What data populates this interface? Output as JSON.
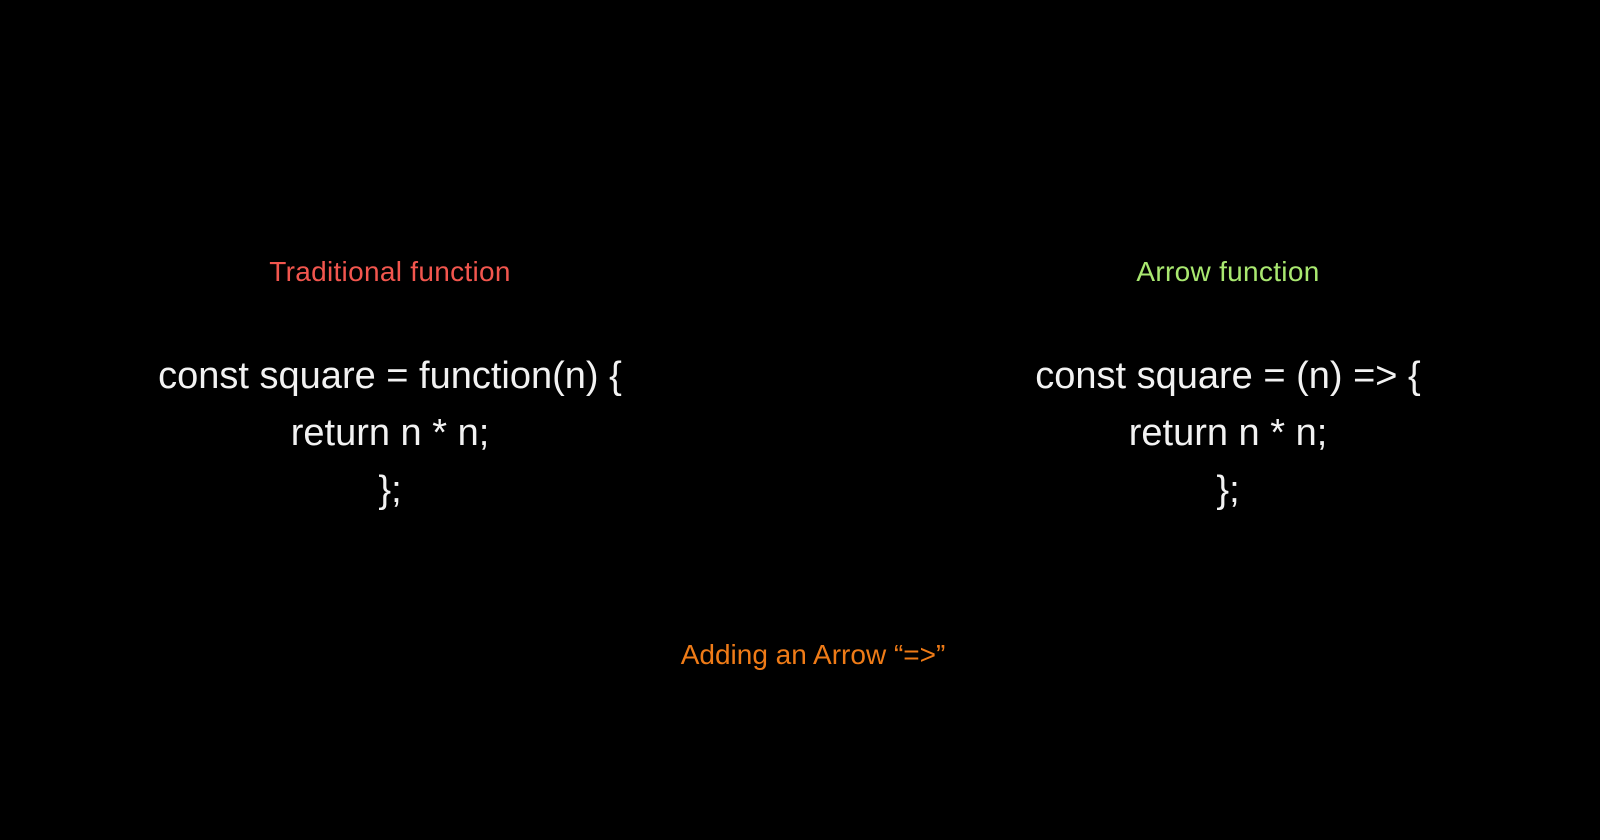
{
  "page": {
    "background_color": "#000000",
    "code_text_color": "#F2F2F2"
  },
  "left_panel": {
    "title": "Traditional function",
    "title_color": "#F2564E",
    "code_lines": [
      "const square = function(n) {",
      "return n * n;",
      "};"
    ]
  },
  "right_panel": {
    "title": "Arrow function",
    "title_color": "#A9E870",
    "code_lines": [
      "const square = (n) => {",
      "return n * n;",
      "};"
    ]
  },
  "caption": {
    "text": "Adding an Arrow “=>”",
    "color": "#EF7B17"
  }
}
